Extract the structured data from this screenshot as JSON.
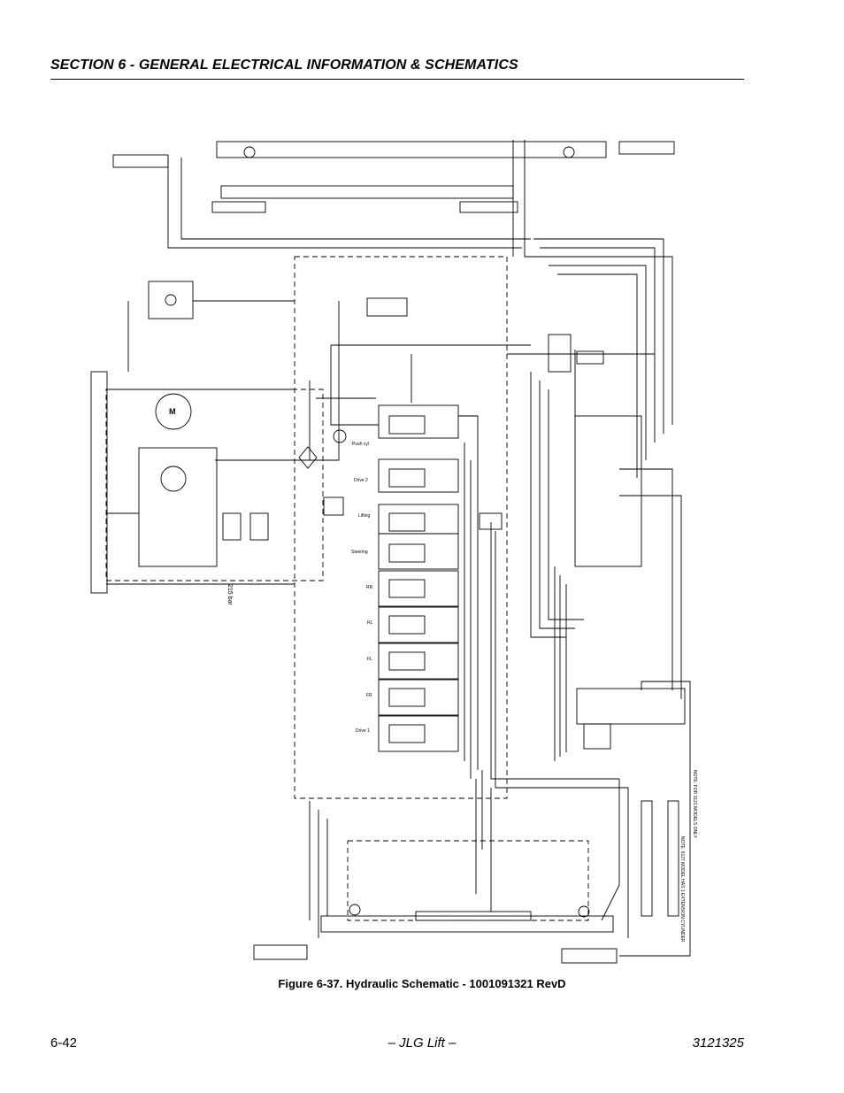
{
  "header": {
    "section_title": "SECTION 6 - GENERAL ELECTRICAL INFORMATION & SCHEMATICS"
  },
  "figure": {
    "caption": "Figure 6-37.  Hydraulic Schematic - 1001091321 RevD",
    "labels": {
      "push_cyl": "Push cyl",
      "drive_2": "Drive 2",
      "lifting": "Lifting",
      "steering": "Steering",
      "rr": "RR",
      "rl": "RL",
      "fl": "FL",
      "fr": "FR",
      "drive_1": "Drive 1",
      "motor": "M",
      "pressure": "215 bar",
      "note_1": "NOTE: FOR 3121 MODELS ONLY",
      "note_2": "NOTE: 5127 MODEL HAS 1 EXTENSION CYLINDER"
    }
  },
  "footer": {
    "page_number": "6-42",
    "brand": "– JLG Lift –",
    "doc_number": "3121325"
  }
}
